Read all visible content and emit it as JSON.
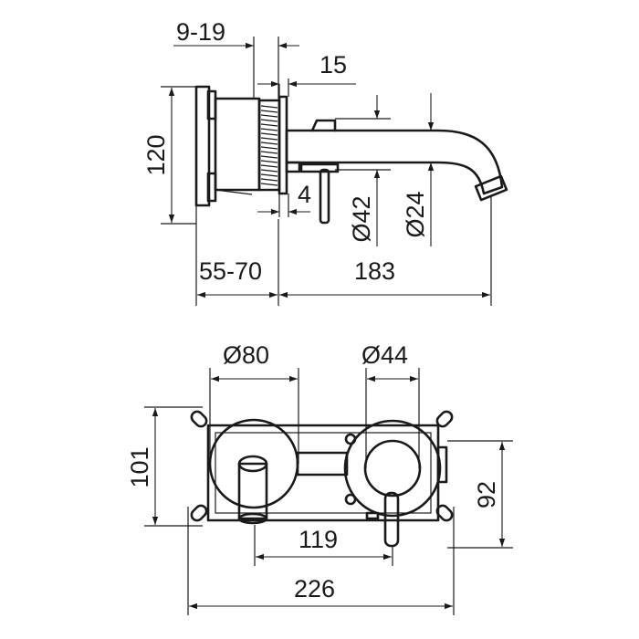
{
  "side_view": {
    "dim_wall_range": "9-19",
    "dim_flange": "15",
    "dim_height": "120",
    "dim_gap": "4",
    "dim_spout_dia": "Ø42",
    "dim_outlet_dia": "Ø24",
    "dim_depth": "55-70",
    "dim_projection": "183"
  },
  "front_view": {
    "dim_spout_plate": "Ø80",
    "dim_handle_plate": "Ø44",
    "dim_height": "101",
    "dim_plate_height": "92",
    "dim_centers": "119",
    "dim_width": "226"
  }
}
